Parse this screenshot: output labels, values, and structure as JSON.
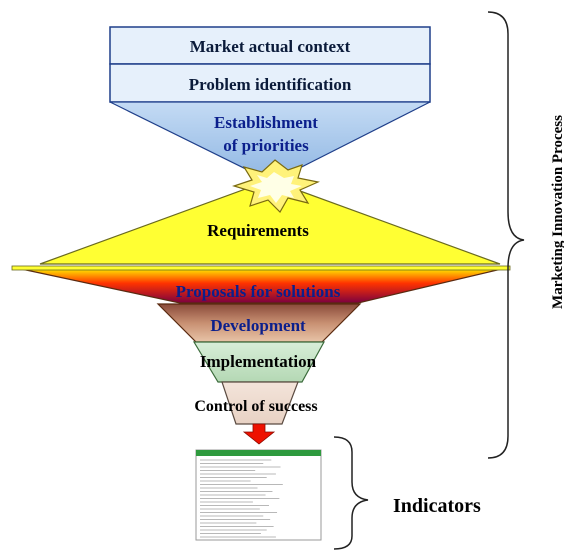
{
  "diagram": {
    "stages": {
      "market": "Market actual context",
      "problem": "Problem identification",
      "priorities_line1": "Establishment",
      "priorities_line2": "of priorities",
      "requirements": "Requirements",
      "proposals": "Proposals for solutions",
      "development": "Development",
      "implementation": "Implementation",
      "control": "Control of success"
    },
    "side_label": "Marketing Innovation Process",
    "indicators_label": "Indicators"
  },
  "colors": {
    "box_fill": "#e6f0fb",
    "box_stroke": "#1f3f8a",
    "priorities_fill": "#a8c8ec",
    "requirements_fill": "#ffff33",
    "proposals_top": "#ffff00",
    "proposals_mid": "#ff3300",
    "proposals_bottom": "#7a0040",
    "development_fill": "#b88060",
    "implementation_fill": "#c8e6c8",
    "arrow": "#ee1100",
    "sheet_header": "#2e9a3e"
  },
  "icons": [
    "burst-icon",
    "down-arrow-icon",
    "spreadsheet-icon",
    "curly-brace-icon"
  ]
}
